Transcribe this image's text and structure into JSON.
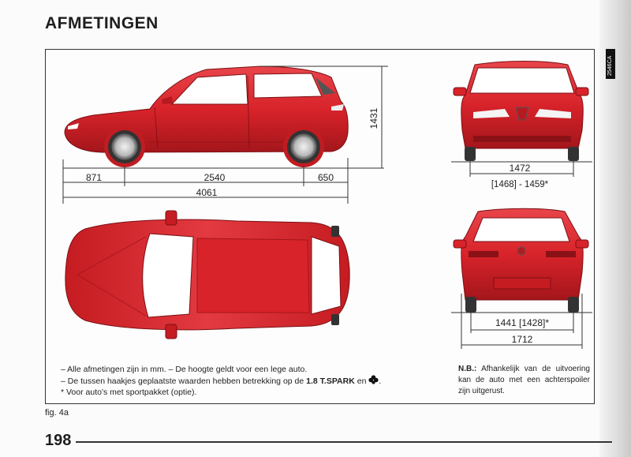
{
  "title": "AFMETINGEN",
  "side_code": "2546CA",
  "dimensions": {
    "front_overhang": "871",
    "wheelbase": "2540",
    "rear_overhang": "650",
    "length": "4061",
    "height": "1431",
    "front_track": "1472",
    "front_track_alt": "[1468] - 1459*",
    "rear_track": "1441 [1428]*",
    "width": "1712"
  },
  "notes": {
    "line1": "– Alle afmetingen zijn in mm. – De hoogte geldt voor een lege auto.",
    "line2_pre": "– De tussen haakjes geplaatste waarden hebben betrekking op de ",
    "line2_bold": "1.8 T.SPARK",
    "line2_post": " en",
    "line3": "* Voor auto's met sportpakket (optie)."
  },
  "nb": {
    "label": "N.B.:",
    "text": " Afhankelijk van de uitvoering kan de auto met een achterspoiler zijn uitgerust."
  },
  "figure_label": "fig. 4a",
  "page_number": "198",
  "colors": {
    "car_red": "#d8232a",
    "car_dark": "#a3161b",
    "line": "#333333"
  },
  "icons": {
    "cloverleaf": "cloverleaf-icon"
  }
}
